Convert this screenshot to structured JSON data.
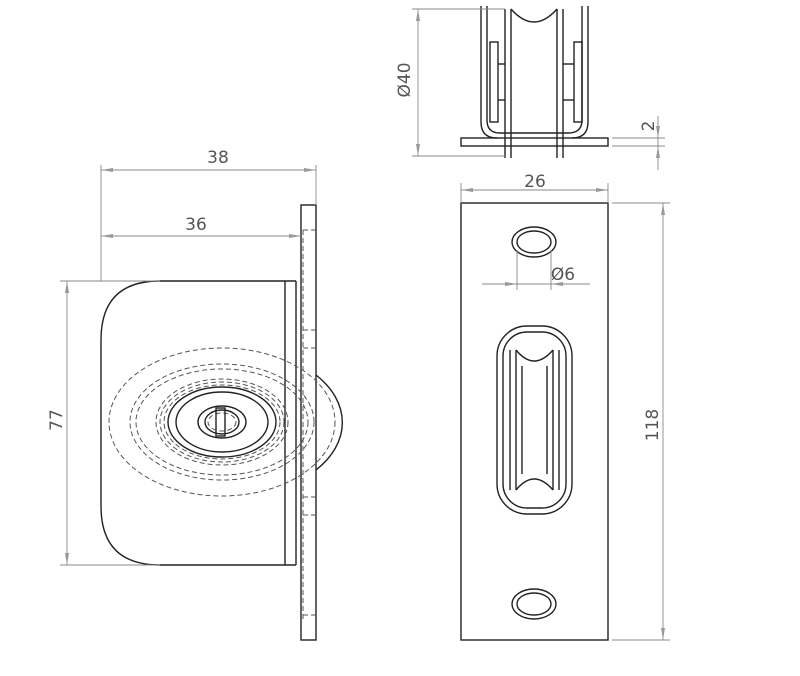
{
  "title": "Sliding door pulley technical drawing",
  "dimensions": {
    "side_width_overall": "38",
    "side_width_body": "36",
    "side_height": "77",
    "wheel_diameter": "Ø40",
    "plate_thickness": "2",
    "plate_width": "26",
    "hole_diameter": "Ø6",
    "plate_length": "118"
  },
  "colors": {
    "line": "#222222",
    "dimension": "#888888"
  }
}
